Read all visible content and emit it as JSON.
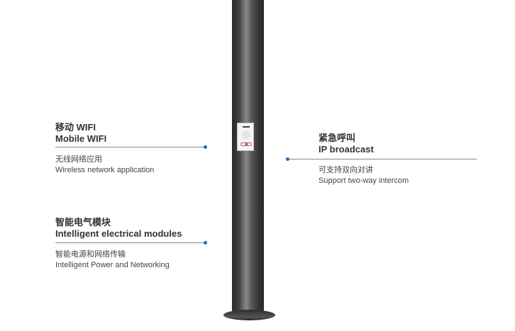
{
  "features": [
    {
      "title_cn": "移动 WIFI",
      "title_en": "Mobile WIFI",
      "desc_cn": "无线网络应用",
      "desc_en": "Wireless network application"
    },
    {
      "title_cn": "紧急呼叫",
      "title_en": "IP broadcast",
      "desc_cn": "可支持双向对讲",
      "desc_en": "Support two-way intercom"
    },
    {
      "title_cn": "智能电气模块",
      "title_en": "Intelligent electrical modules",
      "desc_cn": "智能电源和网络传输",
      "desc_en": "Intelligent Power and Networking"
    }
  ],
  "colors": {
    "accent": "#1a6fc0"
  }
}
